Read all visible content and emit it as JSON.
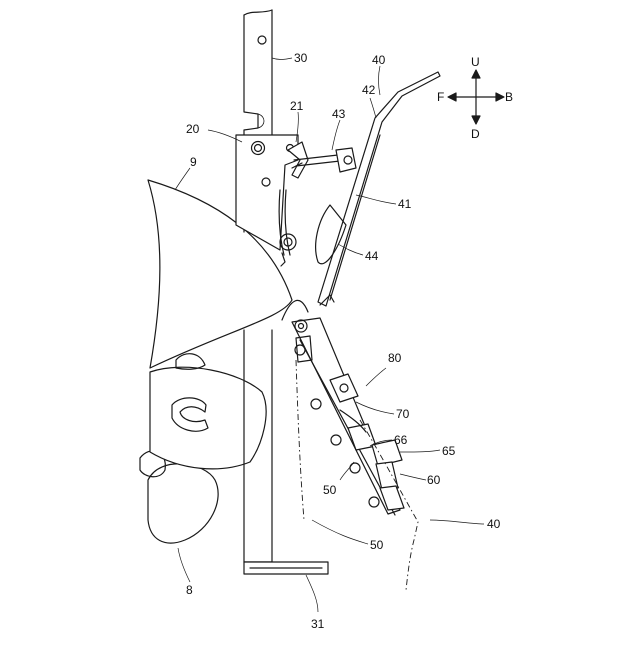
{
  "figure": {
    "labels": {
      "l30": "30",
      "l40_top": "40",
      "l42": "42",
      "l21": "21",
      "l43": "43",
      "l20": "20",
      "l9": "9",
      "l41": "41",
      "l44": "44",
      "l80": "80",
      "l70": "70",
      "l66": "66",
      "l65": "65",
      "l50_mid": "50",
      "l60": "60",
      "l40_bottom": "40",
      "l50_bottom": "50",
      "l8": "8",
      "l31": "31"
    },
    "directions": {
      "up": "U",
      "down": "D",
      "front": "F",
      "back": "B"
    }
  }
}
